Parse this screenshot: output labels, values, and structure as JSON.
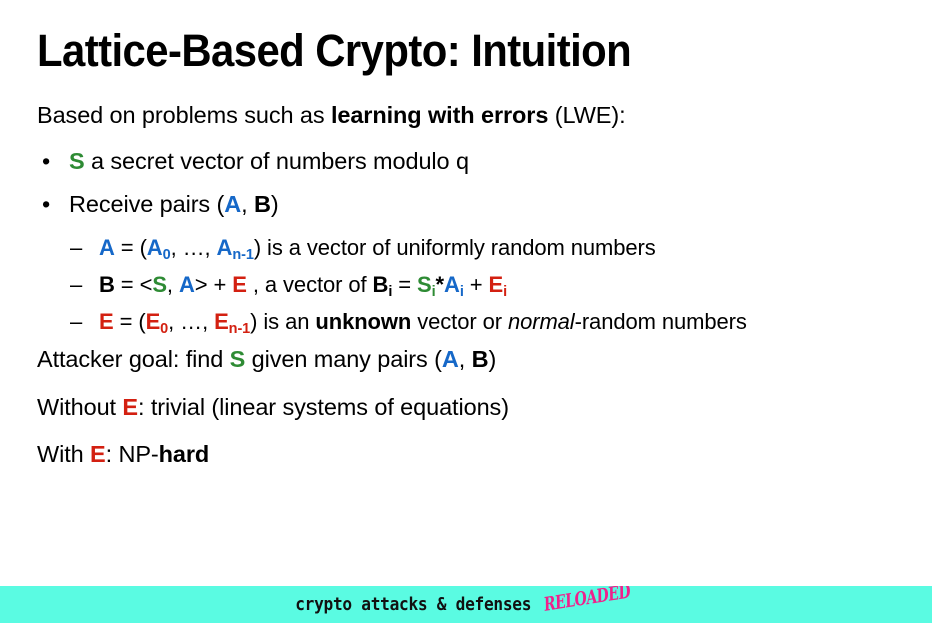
{
  "slide": {
    "title": "Lattice-Based Crypto: Intuition",
    "lead": {
      "pre": "Based on problems such as ",
      "bold": "learning with errors",
      "post": " (LWE):"
    },
    "bullets": {
      "marker": "•",
      "sub_marker": "–",
      "b1": {
        "var_s": "S",
        "text": " a secret vector of numbers modulo q"
      },
      "b2": {
        "pre": "Receive pairs (",
        "var_a": "A",
        "mid": ", ",
        "var_b": "B",
        "post": ")"
      },
      "sub1": {
        "var_a": "A",
        "eq": " = (",
        "var_a0": "A",
        "sub_0": "0",
        "comma": ", …, ",
        "var_an": "A",
        "sub_n": "n-1",
        "post": ") is a vector of uniformly random numbers"
      },
      "sub2": {
        "var_b": "B",
        "eq": " = <",
        "var_s": "S",
        "comma1": ", ",
        "var_a": "A",
        "gt": "> + ",
        "var_e": "E",
        "mid": " , a vector of ",
        "var_bi": "B",
        "sub_i1": "i",
        "eq2": " =  ",
        "var_si": "S",
        "sub_i2": "i",
        "star": "*",
        "var_ai": "A",
        "sub_i3": "i",
        "plus": " + ",
        "var_ei": "E",
        "sub_i4": "i"
      },
      "sub3": {
        "var_e": "E",
        "eq": " = (",
        "var_e0": "E",
        "sub_0": "0",
        "comma": ", …, ",
        "var_en": "E",
        "sub_n": "n-1",
        "mid": ") is an ",
        "bold": "unknown",
        "mid2": " vector or ",
        "italic": "normal",
        "post": "-random numbers"
      }
    },
    "closing": {
      "goal": {
        "pre": "Attacker goal: find ",
        "var_s": "S",
        "mid": " given many pairs (",
        "var_a": "A",
        "comma": ", ",
        "var_b": "B",
        "post": ")"
      },
      "without": {
        "pre": "Without ",
        "var_e": "E",
        "post": ": trivial (linear systems of equations)"
      },
      "with": {
        "pre": "With ",
        "var_e": "E",
        "mid": ": NP-",
        "bold": "hard"
      }
    }
  },
  "footer": {
    "brand": "crypto attacks & defenses",
    "reloaded": "RELOADED",
    "background_color": "#5AFBE2",
    "reloaded_color": "#F0208C"
  },
  "colors": {
    "secret_green": "#2E8B34",
    "public_blue": "#1668C8",
    "error_red": "#D32011",
    "text_black": "#000000"
  }
}
